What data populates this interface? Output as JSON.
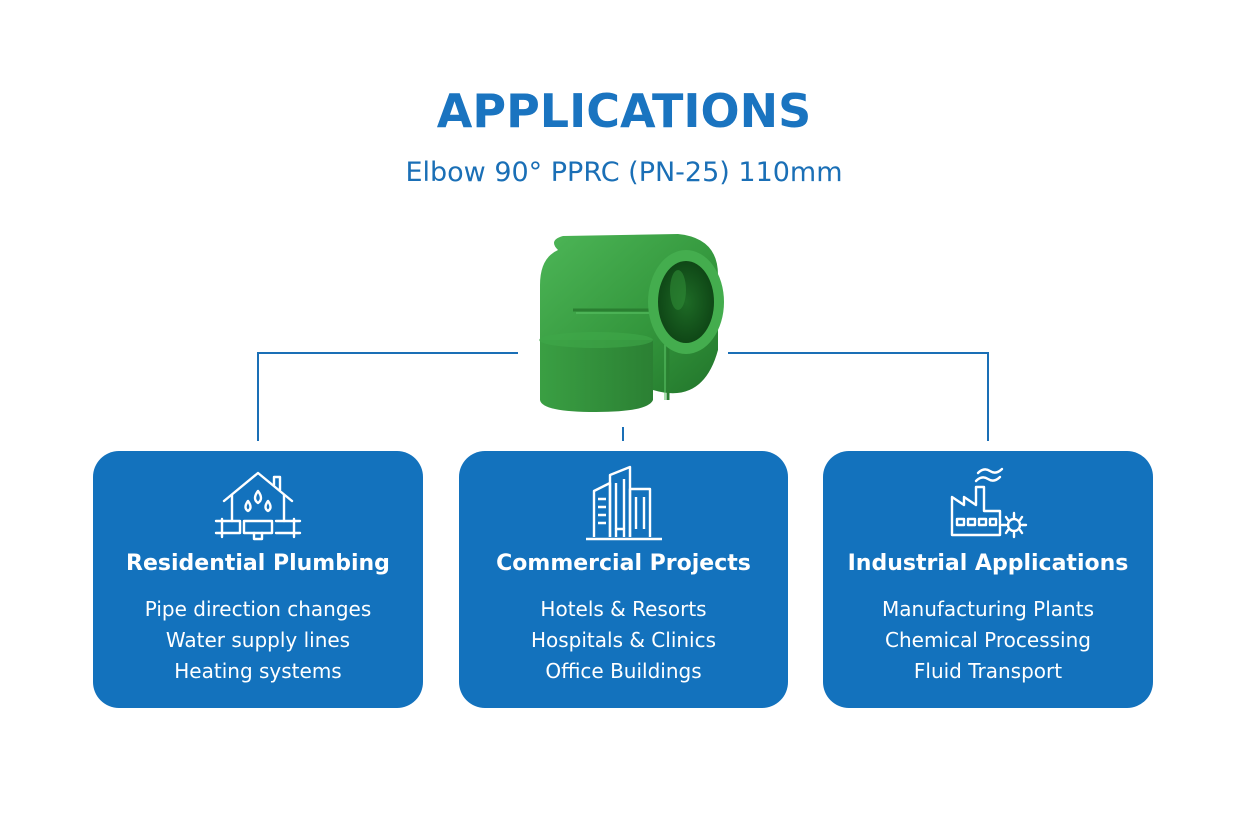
{
  "title": "APPLICATIONS",
  "subtitle": "Elbow 90° PPRC (PN-25) 110mm",
  "colors": {
    "title": "#1a74c0",
    "card": "#1372bd",
    "connector": "#1a6fb6",
    "pipe_green": "#3a9f43"
  },
  "center_image": "green-pprc-elbow-90",
  "cards": [
    {
      "icon": "house-plumbing-icon",
      "heading": "Residential Plumbing",
      "items": [
        "Pipe direction changes",
        "Water supply lines",
        "Heating systems"
      ]
    },
    {
      "icon": "city-buildings-icon",
      "heading": "Commercial Projects",
      "items": [
        "Hotels & Resorts",
        "Hospitals & Clinics",
        "Office Buildings"
      ]
    },
    {
      "icon": "factory-gear-icon",
      "heading": "Industrial Applications",
      "items": [
        "Manufacturing Plants",
        "Chemical Processing",
        "Fluid Transport"
      ]
    }
  ]
}
